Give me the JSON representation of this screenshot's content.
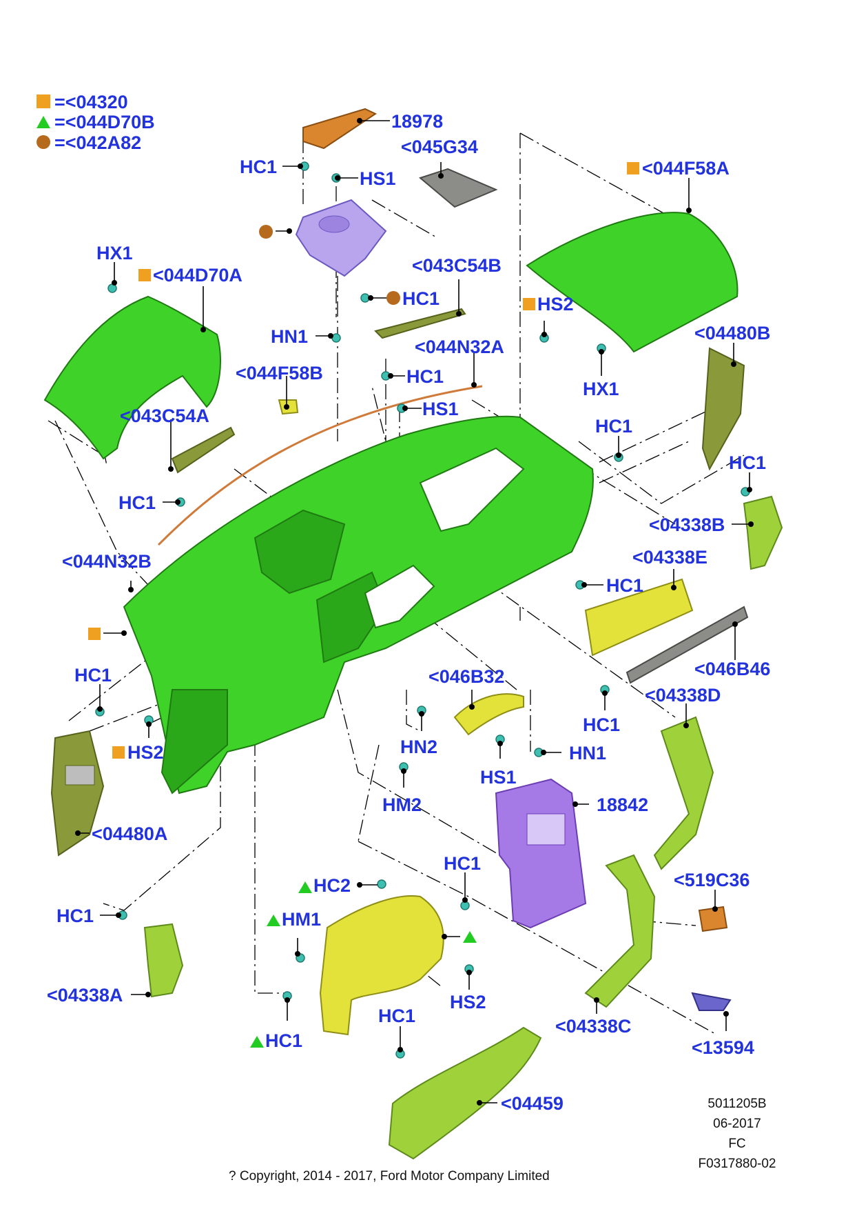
{
  "legend": [
    {
      "symbol": "square",
      "color": "#f0a020",
      "text": "=<04320"
    },
    {
      "symbol": "triangle",
      "color": "#22cc22",
      "text": "=<044D70B"
    },
    {
      "symbol": "circle",
      "color": "#b56a1e",
      "text": "=<042A82"
    }
  ],
  "callouts": {
    "p18978": "18978",
    "hc1_top": "HC1",
    "hs1_top": "HS1",
    "p045G34": "<045G34",
    "p044F58A": "<044F58A",
    "hx1_left": "HX1",
    "p044D70A": "<044D70A",
    "p043C54B": "<043C54B",
    "hc1_circle": "HC1",
    "hs2_right": "HS2",
    "hn1_top": "HN1",
    "p044N32A": "<044N32A",
    "p04480B": "<04480B",
    "hc1_mid": "HC1",
    "p044F58B": "<044F58B",
    "hx1_right": "HX1",
    "hs1_mid": "HS1",
    "p043C54A": "<043C54A",
    "hc1_rt": "HC1",
    "hc1_rt2": "HC1",
    "hc1_left": "HC1",
    "p04338B": "<04338B",
    "p044N32B": "<044N32B",
    "p04338E": "<04338E",
    "hc1_center": "HC1",
    "p046B46": "<046B46",
    "hc1_lower_left": "HC1",
    "p046B32": "<046B32",
    "p04338D": "<04338D",
    "hc1_lower_right": "HC1",
    "hs2_left": "HS2",
    "hn2": "HN2",
    "hn1_lower": "HN1",
    "hs1_lower": "HS1",
    "hm2": "HM2",
    "p18842": "18842",
    "p04480A": "<04480A",
    "hc1_bottom_center": "HC1",
    "p519C36": "<519C36",
    "hc2": "HC2",
    "hc1_far_left": "HC1",
    "hm1": "HM1",
    "p04338A": "<04338A",
    "hs2_bottom": "HS2",
    "p04338C": "<04338C",
    "hc1_bottom": "HC1",
    "hc1_triangle": "HC1",
    "p13594": "<13594",
    "p04459": "<04459"
  },
  "footer": {
    "copyright": "? Copyright, 2014 - 2017, Ford Motor Company Limited",
    "code": "5011205B",
    "date": "06-2017",
    "fc": "FC",
    "figure": "F0317880-02"
  }
}
